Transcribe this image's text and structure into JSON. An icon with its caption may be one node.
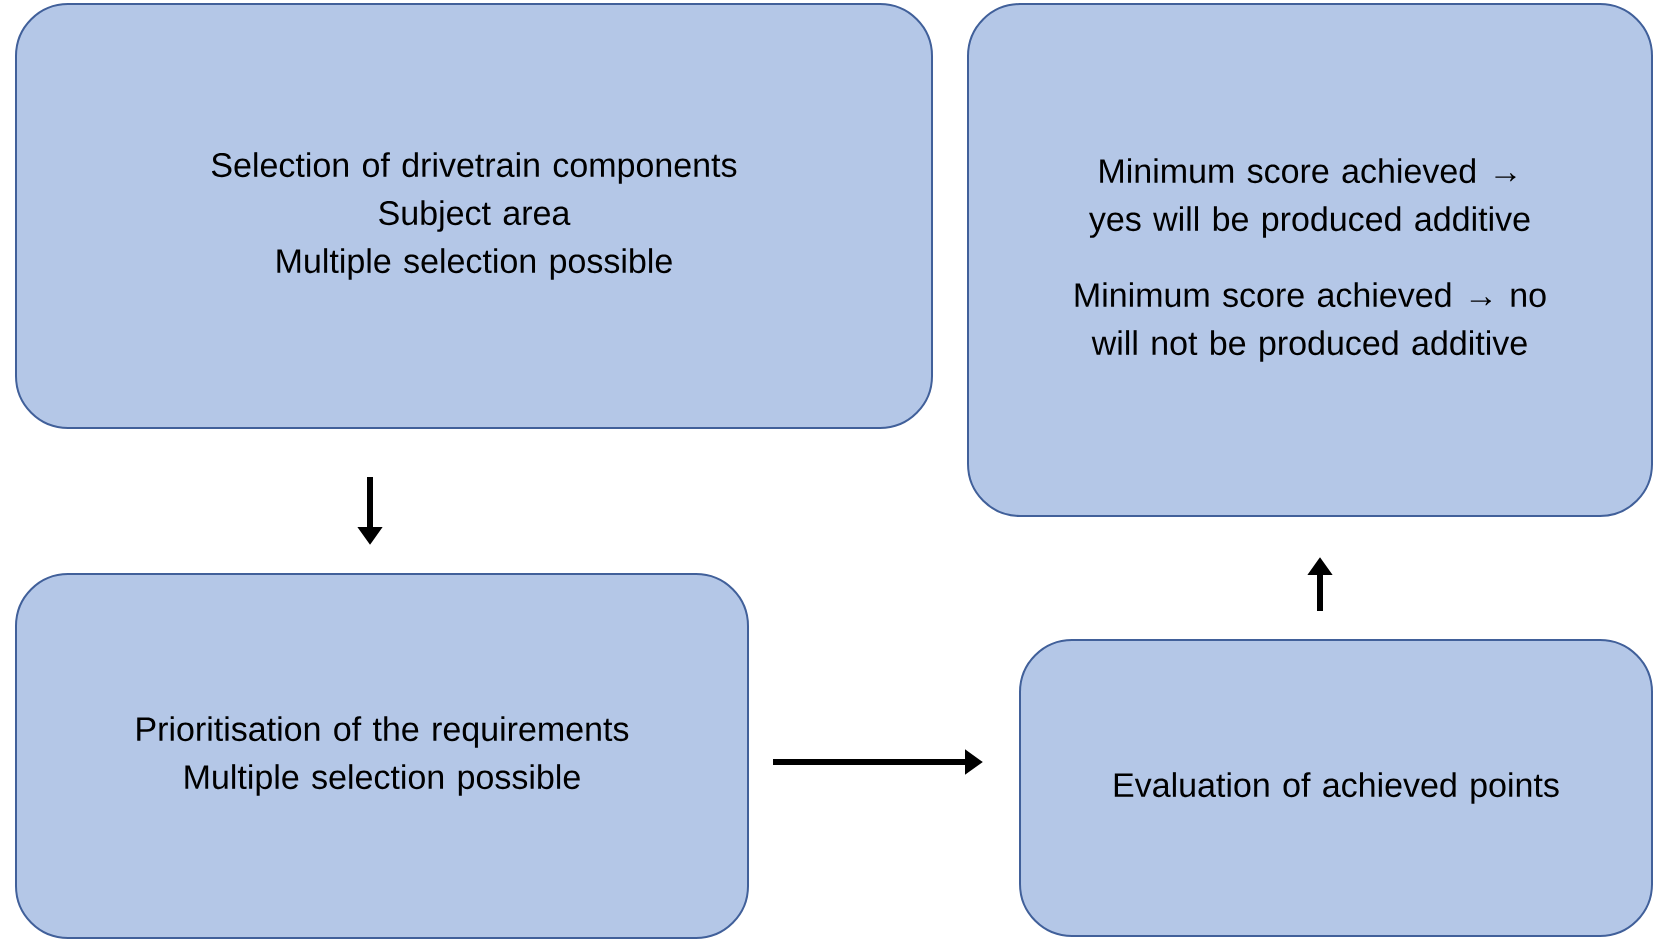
{
  "diagram": {
    "nodes": [
      {
        "text": [
          "Selection of drivetrain components",
          "Subject area",
          "Multiple selection possible"
        ]
      },
      {
        "text": [
          "Prioritisation of the requirements",
          "Multiple selection possible"
        ]
      },
      {
        "text": [
          "Evaluation of achieved points"
        ]
      },
      {
        "text": [
          "Minimum score achieved → yes will be produced additive",
          "Minimum score achieved → no will not be produced additive"
        ]
      }
    ],
    "edges": [
      {
        "from": 0,
        "to": 1,
        "arrow": "to"
      },
      {
        "from": 1,
        "to": 2,
        "arrow": "to"
      },
      {
        "from": 2,
        "to": 3,
        "arrow": "to"
      }
    ]
  }
}
